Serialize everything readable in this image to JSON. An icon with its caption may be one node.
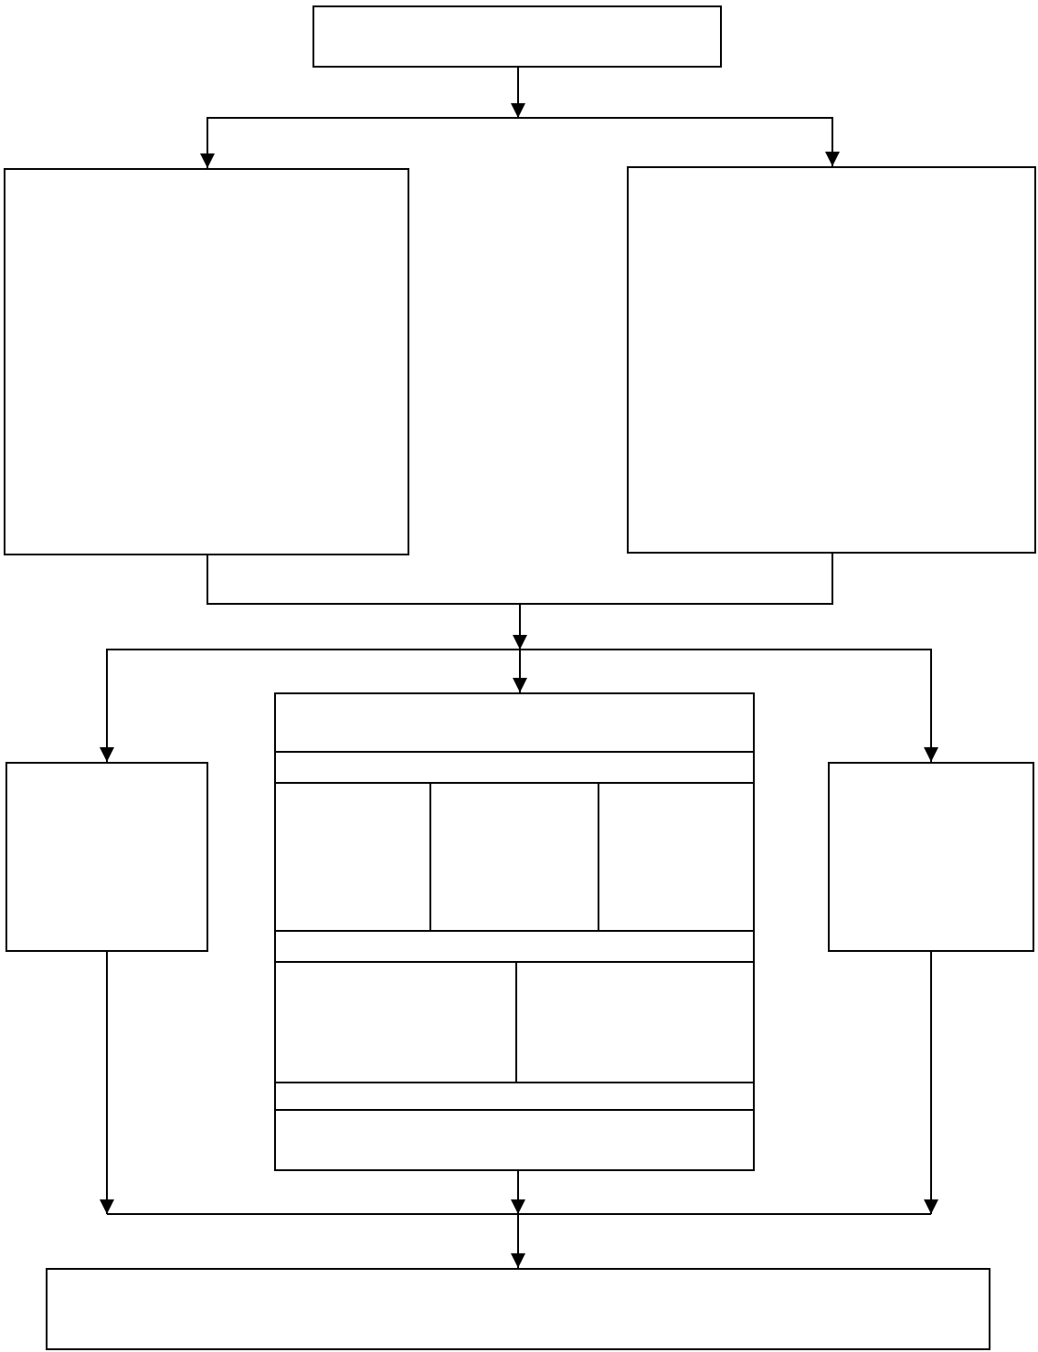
{
  "diagram": {
    "nodes": [
      {
        "text": [],
        "shape": "box"
      },
      {
        "text": [],
        "shape": "box"
      },
      {
        "text": [],
        "shape": "box"
      },
      {
        "text": [],
        "shape": "box"
      },
      {
        "text": [],
        "shape": "box"
      },
      {
        "text": [],
        "shape": "box",
        "in": 4
      },
      {
        "text": [],
        "shape": "box",
        "in": 4
      },
      {
        "text": [],
        "shape": "box",
        "in": 4
      },
      {
        "text": [],
        "shape": "box",
        "in": 4
      },
      {
        "text": [],
        "shape": "box",
        "in": 4
      },
      {
        "text": [],
        "shape": "box",
        "in": 4
      },
      {
        "text": [],
        "shape": "box",
        "in": 4
      },
      {
        "text": [],
        "shape": "box",
        "in": 4
      },
      {
        "text": [],
        "shape": "box",
        "in": 4
      },
      {
        "text": [],
        "shape": "box",
        "in": 4
      },
      {
        "text": [],
        "shape": "box"
      },
      {
        "text": [],
        "shape": "box"
      }
    ],
    "edges": [
      {
        "from": 0,
        "to": 1,
        "arrow": "to"
      },
      {
        "from": 0,
        "to": 2,
        "arrow": "to"
      },
      {
        "from": 1,
        "to": 3,
        "arrow": "to"
      },
      {
        "from": 1,
        "to": 4,
        "arrow": "to"
      },
      {
        "from": 1,
        "to": 15,
        "arrow": "to"
      },
      {
        "from": 2,
        "to": 3,
        "arrow": "to"
      },
      {
        "from": 2,
        "to": 4,
        "arrow": "to"
      },
      {
        "from": 2,
        "to": 15,
        "arrow": "to"
      },
      {
        "from": 3,
        "to": 16,
        "arrow": "to"
      },
      {
        "from": 4,
        "to": 16,
        "arrow": "to"
      },
      {
        "from": 15,
        "to": 16,
        "arrow": "to"
      }
    ]
  }
}
